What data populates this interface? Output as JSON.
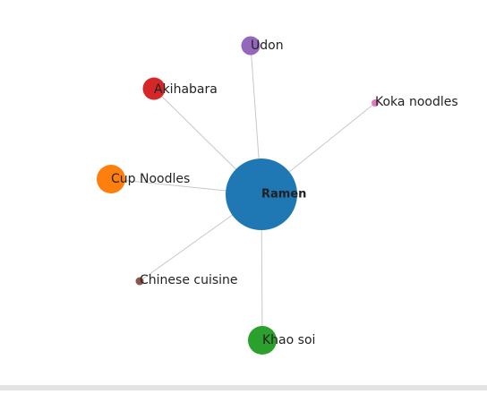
{
  "graph": {
    "center": {
      "label": "Ramen",
      "color": "#1f77b4"
    },
    "nodes": [
      {
        "id": "udon",
        "label": "Udon",
        "color": "#9467bd"
      },
      {
        "id": "akihabara",
        "label": "Akihabara",
        "color": "#d62728"
      },
      {
        "id": "koka-noodles",
        "label": "Koka noodles",
        "color": "#e377c2"
      },
      {
        "id": "cup-noodles",
        "label": "Cup Noodles",
        "color": "#ff7f0e"
      },
      {
        "id": "chinese-cuisine",
        "label": "Chinese cuisine",
        "color": "#8c564b"
      },
      {
        "id": "khao-soi",
        "label": "Khao soi",
        "color": "#2ca02c"
      }
    ],
    "link_color": "#c8c8c8",
    "label_color": "#222222"
  }
}
